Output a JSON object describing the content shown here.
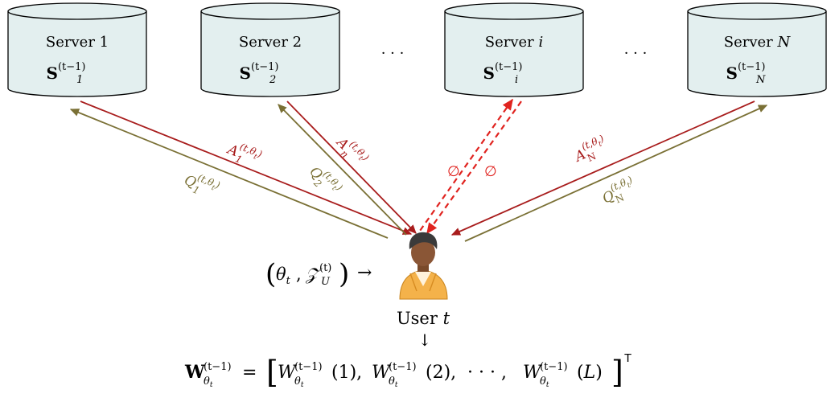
{
  "servers": [
    {
      "label": "Server 1",
      "sub": "1"
    },
    {
      "label": "Server 2",
      "sub": "2"
    },
    {
      "label_prefix": "Server ",
      "label_var": "i",
      "sub": "i"
    },
    {
      "label_prefix": "Server ",
      "label_var": "N",
      "sub": "N"
    }
  ],
  "state_symbol": "S",
  "state_superscript": "(t−1)",
  "ellipsis": "· · ·",
  "answer_symbol": "A",
  "query_symbol": "Q",
  "link_superscript": "(t,θ",
  "link_superscript_sub": "t",
  "link_superscript_close": ")",
  "link_subscripts": {
    "server1": "1",
    "server2": "n",
    "serverN": "N",
    "query2": "2"
  },
  "empty_symbol": "∅",
  "user_label_prefix": "User ",
  "user_label_var": "t",
  "down_arrow": "↓",
  "right_arrow": "→",
  "input": {
    "theta": "θ",
    "theta_sub": "t",
    "Z": "𝒵",
    "Z_sub": "U",
    "Z_sup": "(t)"
  },
  "equation": {
    "lhs": "W",
    "lhs_sub": "θ",
    "lhs_subsub": "t",
    "sup": "(t−1)",
    "eq": "=",
    "term": "W",
    "args": [
      "(1),",
      "(2),",
      "(L)"
    ],
    "dots": "· · · ,",
    "transpose": "T"
  },
  "colors": {
    "server_fill": "#e3efef",
    "answer": "#a81c1c",
    "query": "#7a7035",
    "empty": "#e0231f"
  }
}
